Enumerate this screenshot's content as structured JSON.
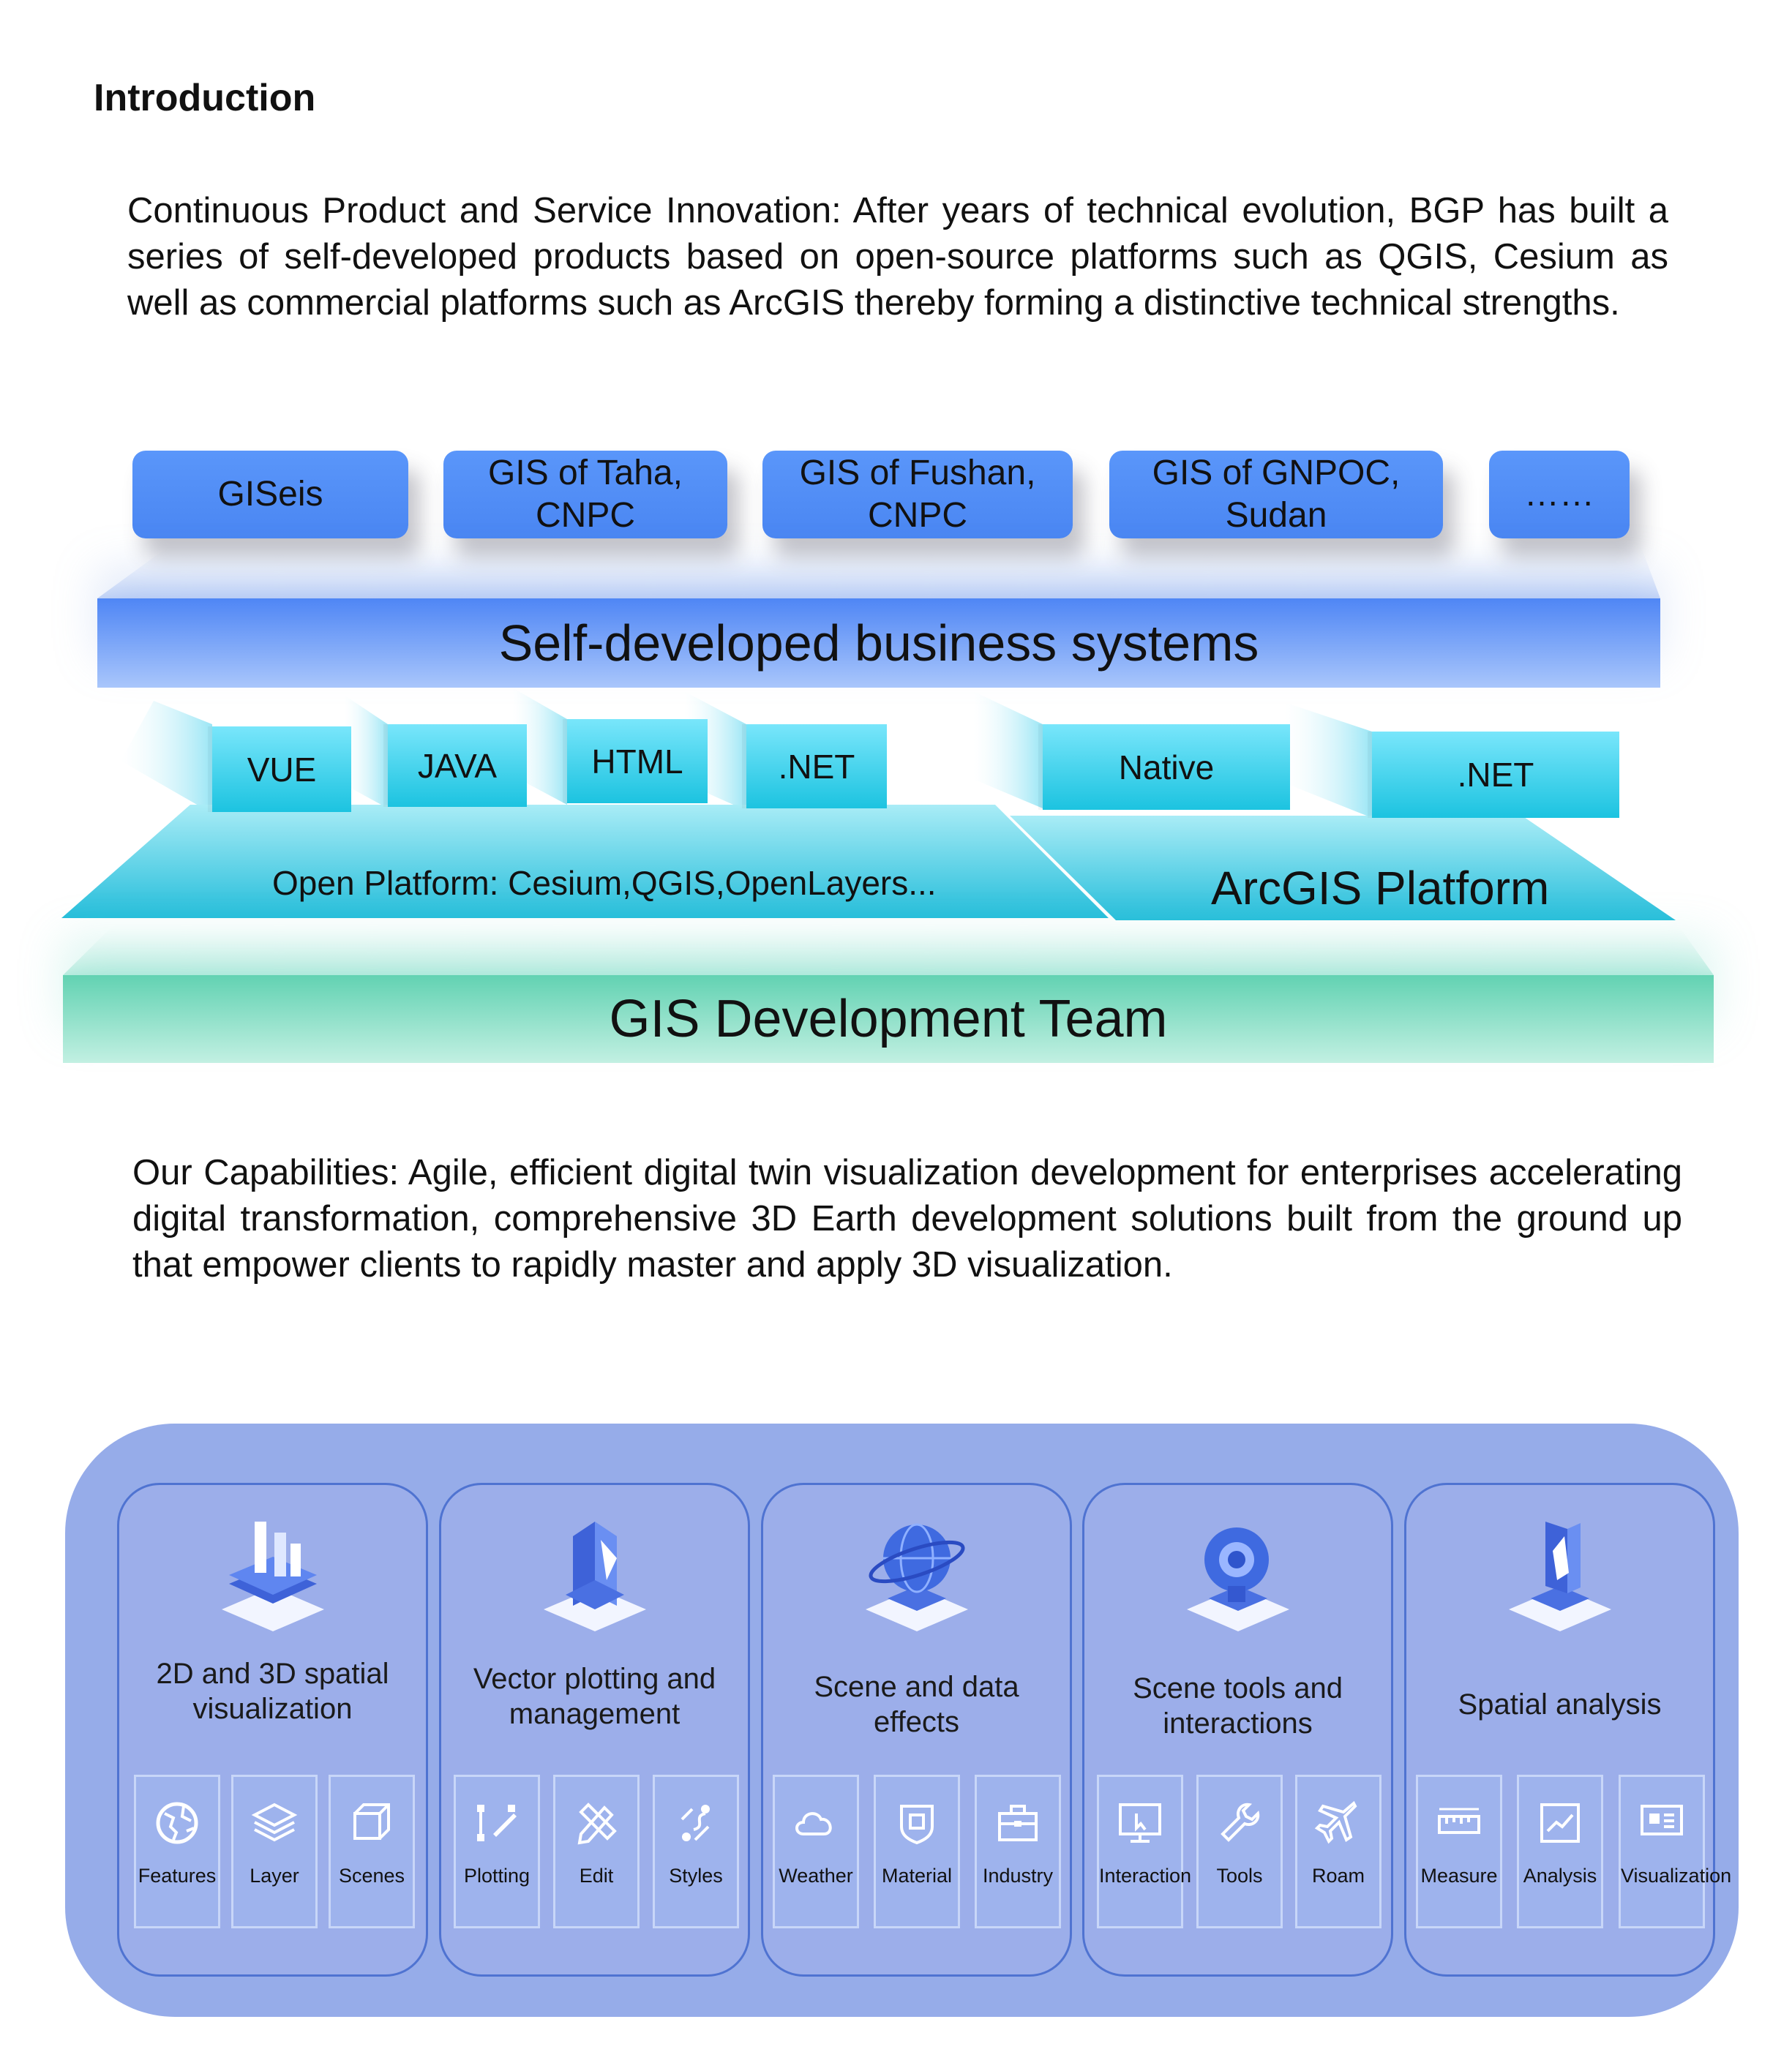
{
  "heading": "Introduction",
  "intro_text": "Continuous Product and Service Innovation: After years of technical evolution, BGP has built a series of self-developed products based on open-source platforms such as QGIS, Cesium as well as commercial platforms such as ArcGIS thereby forming a distinctive technical strengths.",
  "architecture": {
    "products": [
      {
        "label": "GISeis"
      },
      {
        "label": "GIS of Taha, CNPC"
      },
      {
        "label": "GIS of Fushan, CNPC"
      },
      {
        "label": "GIS of GNPOC, Sudan"
      },
      {
        "label": "……"
      }
    ],
    "business_layer": "Self-developed business systems",
    "technologies": [
      "VUE",
      "JAVA",
      "HTML",
      ".NET",
      "Native",
      ".NET"
    ],
    "open_platform": "Open Platform: Cesium,QGIS,OpenLayers...",
    "arcgis_platform": "ArcGIS Platform",
    "team": "GIS Development Team"
  },
  "capabilities_text": "Our Capabilities: Agile, efficient digital twin visualization development for enterprises accelerating digital transformation, comprehensive 3D Earth development solutions built from the ground up that empower clients to rapidly master and apply 3D visualization.",
  "capabilities": [
    {
      "title": "2D and 3D spatial visualization",
      "icon": "bar-chart-3d-icon",
      "items": [
        {
          "label": "Features",
          "icon": "globe-icon"
        },
        {
          "label": "Layer",
          "icon": "layers-icon"
        },
        {
          "label": "Scenes",
          "icon": "cube-icon"
        }
      ]
    },
    {
      "title": "Vector plotting and management",
      "icon": "pen-3d-icon",
      "items": [
        {
          "label": "Plotting",
          "icon": "plot-icon"
        },
        {
          "label": "Edit",
          "icon": "pencil-ruler-icon"
        },
        {
          "label": "Styles",
          "icon": "style-path-icon"
        }
      ]
    },
    {
      "title": "Scene and data effects",
      "icon": "globe-3d-icon",
      "items": [
        {
          "label": "Weather",
          "icon": "cloud-icon"
        },
        {
          "label": "Material",
          "icon": "material-icon"
        },
        {
          "label": "Industry",
          "icon": "briefcase-icon"
        }
      ]
    },
    {
      "title": "Scene tools and interactions",
      "icon": "gear-3d-icon",
      "items": [
        {
          "label": "Interaction",
          "icon": "touch-screen-icon"
        },
        {
          "label": "Tools",
          "icon": "wrench-icon"
        },
        {
          "label": "Roam",
          "icon": "airplane-icon"
        }
      ]
    },
    {
      "title": "Spatial analysis",
      "icon": "ruler-3d-icon",
      "items": [
        {
          "label": "Measure",
          "icon": "ruler-icon"
        },
        {
          "label": "Analysis",
          "icon": "line-chart-icon"
        },
        {
          "label": "Visualization",
          "icon": "presentation-icon"
        }
      ]
    }
  ]
}
